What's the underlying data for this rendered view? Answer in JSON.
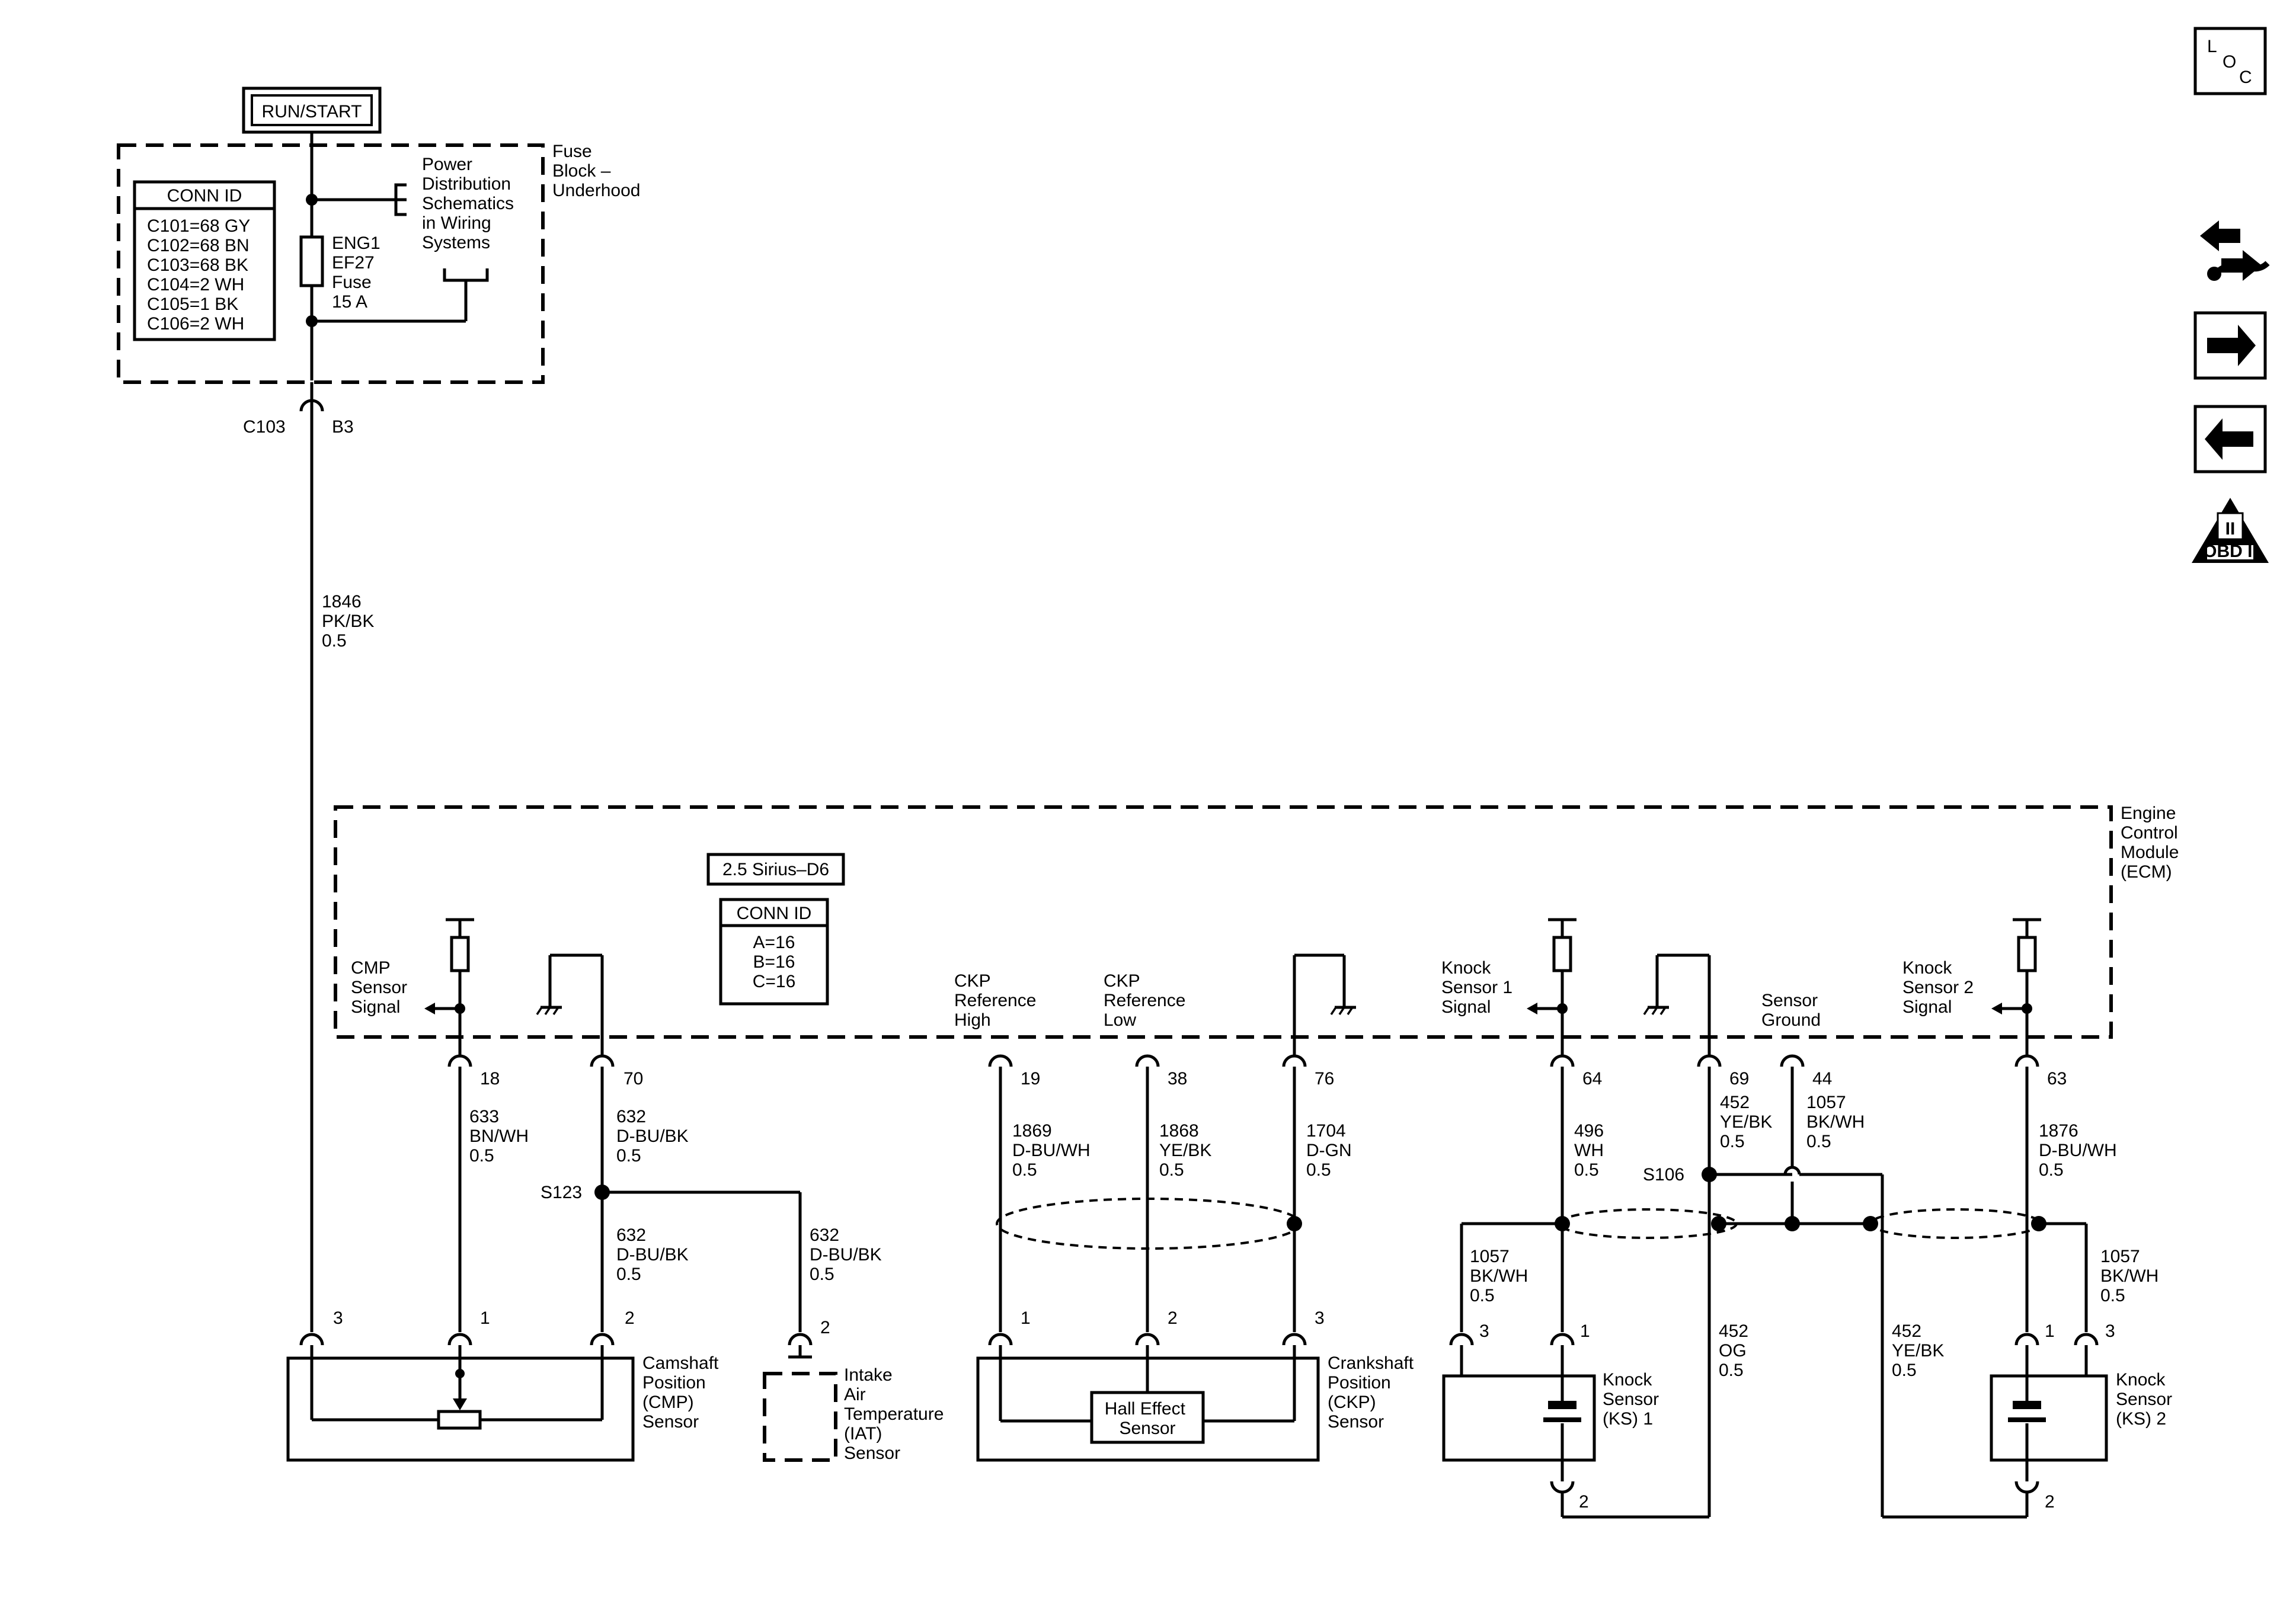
{
  "power": {
    "run_start": "RUN/START",
    "fuse_block": [
      "Fuse",
      "Block –",
      "Underhood"
    ],
    "power_dist": [
      "Power",
      "Distribution",
      "Schematics",
      "in Wiring",
      "Systems"
    ],
    "fuse": [
      "ENG1",
      "EF27",
      "Fuse",
      "15 A"
    ],
    "conn_title": "CONN ID",
    "conn_rows": [
      "C101=68 GY",
      "C102=68 BN",
      "C103=68 BK",
      "C104=2 WH",
      "C105=1 BK",
      "C106=2 WH"
    ],
    "connector": "C103",
    "pin": "B3",
    "wire": [
      "1846",
      "PK/BK",
      "0.5"
    ]
  },
  "ecm": {
    "label": [
      "Engine",
      "Control",
      "Module",
      "(ECM)"
    ],
    "variant": "2.5 Sirius–D6",
    "conn_title": "CONN ID",
    "conn_rows": [
      "A=16",
      "B=16",
      "C=16"
    ],
    "cmp_signal": [
      "CMP",
      "Sensor",
      "Signal"
    ],
    "ckp_high": [
      "CKP",
      "Reference",
      "High"
    ],
    "ckp_low": [
      "CKP",
      "Reference",
      "Low"
    ],
    "ks1_signal": [
      "Knock",
      "Sensor 1",
      "Signal"
    ],
    "sensor_ground": [
      "Sensor",
      "Ground"
    ],
    "ks2_signal": [
      "Knock",
      "Sensor 2",
      "Signal"
    ]
  },
  "pins": {
    "p18": "18",
    "p70": "70",
    "p19": "19",
    "p38": "38",
    "p76": "76",
    "p64": "64",
    "p69": "69",
    "p44": "44",
    "p63": "63"
  },
  "wires": {
    "w633": [
      "633",
      "BN/WH",
      "0.5"
    ],
    "w632a": [
      "632",
      "D-BU/BK",
      "0.5"
    ],
    "w632b": [
      "632",
      "D-BU/BK",
      "0.5"
    ],
    "w632c": [
      "632",
      "D-BU/BK",
      "0.5"
    ],
    "w1869": [
      "1869",
      "D-BU/WH",
      "0.5"
    ],
    "w1868": [
      "1868",
      "YE/BK",
      "0.5"
    ],
    "w1704": [
      "1704",
      "D-GN",
      "0.5"
    ],
    "w496": [
      "496",
      "WH",
      "0.5"
    ],
    "w452a": [
      "452",
      "YE/BK",
      "0.5"
    ],
    "w1057a": [
      "1057",
      "BK/WH",
      "0.5"
    ],
    "w1876": [
      "1876",
      "D-BU/WH",
      "0.5"
    ],
    "w1057b": [
      "1057",
      "BK/WH",
      "0.5"
    ],
    "w452og": [
      "452",
      "OG",
      "0.5"
    ],
    "w452b": [
      "452",
      "YE/BK",
      "0.5"
    ],
    "w1057c": [
      "1057",
      "BK/WH",
      "0.5"
    ]
  },
  "splices": {
    "s123": "S123",
    "s106": "S106"
  },
  "components": {
    "cmp": [
      "Camshaft",
      "Position",
      "(CMP)",
      "Sensor"
    ],
    "iat": [
      "Intake",
      "Air",
      "Temperature",
      "(IAT)",
      "Sensor"
    ],
    "ckp": [
      "Crankshaft",
      "Position",
      "(CKP)",
      "Sensor"
    ],
    "hall": [
      "Hall Effect",
      "Sensor"
    ],
    "ks1": [
      "Knock",
      "Sensor",
      "(KS) 1"
    ],
    "ks2": [
      "Knock",
      "Sensor",
      "(KS) 2"
    ]
  },
  "sensor_pins": {
    "cmp3": "3",
    "cmp1": "1",
    "cmp2": "2",
    "iat2": "2",
    "ckp1": "1",
    "ckp2": "2",
    "ckp3": "3",
    "ks1_3": "3",
    "ks1_1": "1",
    "ks1_2": "2",
    "ks2_1": "1",
    "ks2_3": "3",
    "ks2_2": "2"
  },
  "nav": {
    "loc": [
      "L",
      "O",
      "C"
    ],
    "obd": [
      "II",
      "OBD II"
    ]
  }
}
